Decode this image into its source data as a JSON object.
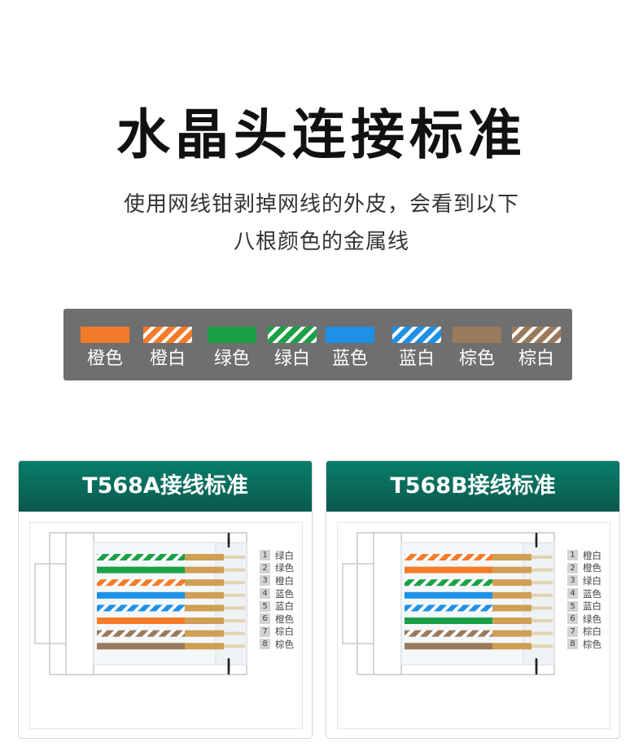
{
  "header": {
    "title": "水晶头连接标准",
    "subtitle_lines": [
      "使用网线钳剥掉网线的外皮，会看到以下",
      "八根颜色的金属线"
    ]
  },
  "legend": [
    {
      "label": "橙色",
      "color": "#f47b2a",
      "striped": false
    },
    {
      "label": "橙白",
      "color": "#f47b2a",
      "striped": true
    },
    {
      "label": "绿色",
      "color": "#1aa046",
      "striped": false
    },
    {
      "label": "绿白",
      "color": "#1aa046",
      "striped": true
    },
    {
      "label": "蓝色",
      "color": "#1e90e6",
      "striped": false
    },
    {
      "label": "蓝白",
      "color": "#1e90e6",
      "striped": true
    },
    {
      "label": "棕色",
      "color": "#9a7a5c",
      "striped": false
    },
    {
      "label": "棕白",
      "color": "#9a7a5c",
      "striped": true
    }
  ],
  "standards": [
    {
      "title": "T568A接线标准",
      "pins": [
        {
          "num": "1",
          "color": "绿白"
        },
        {
          "num": "2",
          "color": "绿色"
        },
        {
          "num": "3",
          "color": "橙白"
        },
        {
          "num": "4",
          "color": "蓝色"
        },
        {
          "num": "5",
          "color": "蓝白"
        },
        {
          "num": "6",
          "color": "橙色"
        },
        {
          "num": "7",
          "color": "棕白"
        },
        {
          "num": "8",
          "color": "棕色"
        }
      ]
    },
    {
      "title": "T568B接线标准",
      "pins": [
        {
          "num": "1",
          "color": "橙白"
        },
        {
          "num": "2",
          "color": "橙色"
        },
        {
          "num": "3",
          "color": "绿白"
        },
        {
          "num": "4",
          "color": "蓝色"
        },
        {
          "num": "5",
          "color": "蓝白"
        },
        {
          "num": "6",
          "color": "绿色"
        },
        {
          "num": "7",
          "color": "棕白"
        },
        {
          "num": "8",
          "color": "棕色"
        }
      ]
    }
  ],
  "colors": {
    "橙": "#f47b2a",
    "绿": "#1aa046",
    "蓝": "#1e90e6",
    "棕": "#9a7a5c",
    "gold": "#cf9f55",
    "header_green": "#0a6b5b",
    "legend_bg": "#6f6f6f"
  }
}
